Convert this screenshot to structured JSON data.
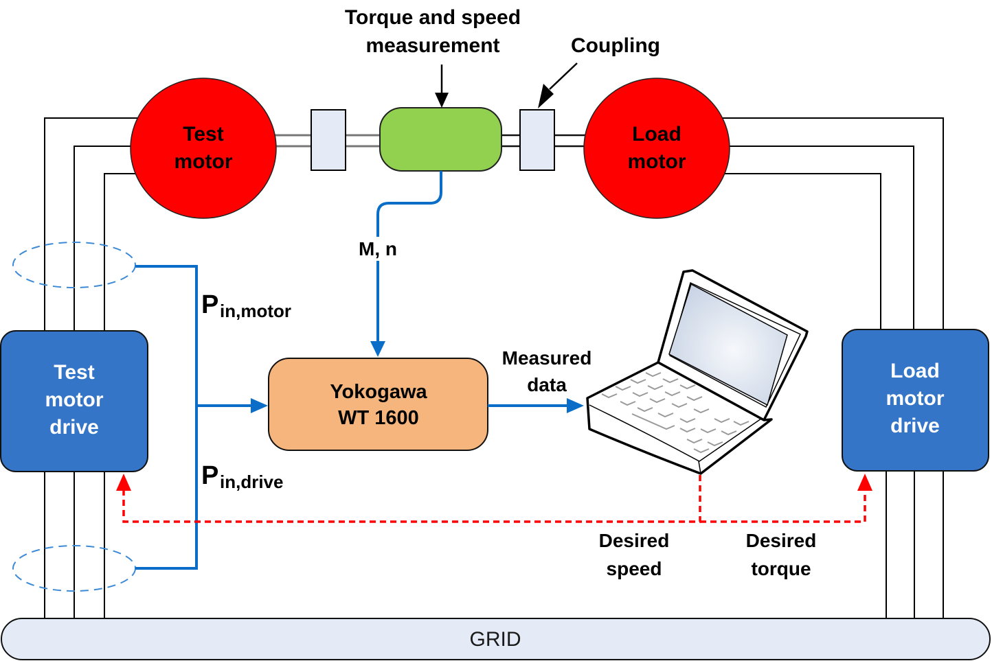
{
  "diagram": {
    "labels": {
      "torque_speed_line1": "Torque and speed",
      "torque_speed_line2": "measurement",
      "coupling": "Coupling",
      "m_n": "M, n",
      "p_in_motor_main": "P",
      "p_in_motor_sub": "in,motor",
      "p_in_drive_main": "P",
      "p_in_drive_sub": "in,drive",
      "measured_line1": "Measured",
      "measured_line2": "data",
      "desired_speed_line1": "Desired",
      "desired_speed_line2": "speed",
      "desired_torque_line1": "Desired",
      "desired_torque_line2": "torque"
    },
    "nodes": {
      "test_motor": [
        "Test",
        "motor"
      ],
      "load_motor": [
        "Load",
        "motor"
      ],
      "test_drive": [
        "Test",
        "motor",
        "drive"
      ],
      "load_drive": [
        "Load",
        "motor",
        "drive"
      ],
      "analyzer": [
        "Yokogawa",
        "WT 1600"
      ],
      "grid": "GRID"
    },
    "colors": {
      "motor": "#ff0000",
      "drive": "#3575c8",
      "analyzer": "#f5b57c",
      "sensor": "#92d050",
      "coupling": "#e4ebf6",
      "grid": "#e4ebf6",
      "signal_blue": "#0a6ec8",
      "control_red": "#ff0000"
    }
  }
}
